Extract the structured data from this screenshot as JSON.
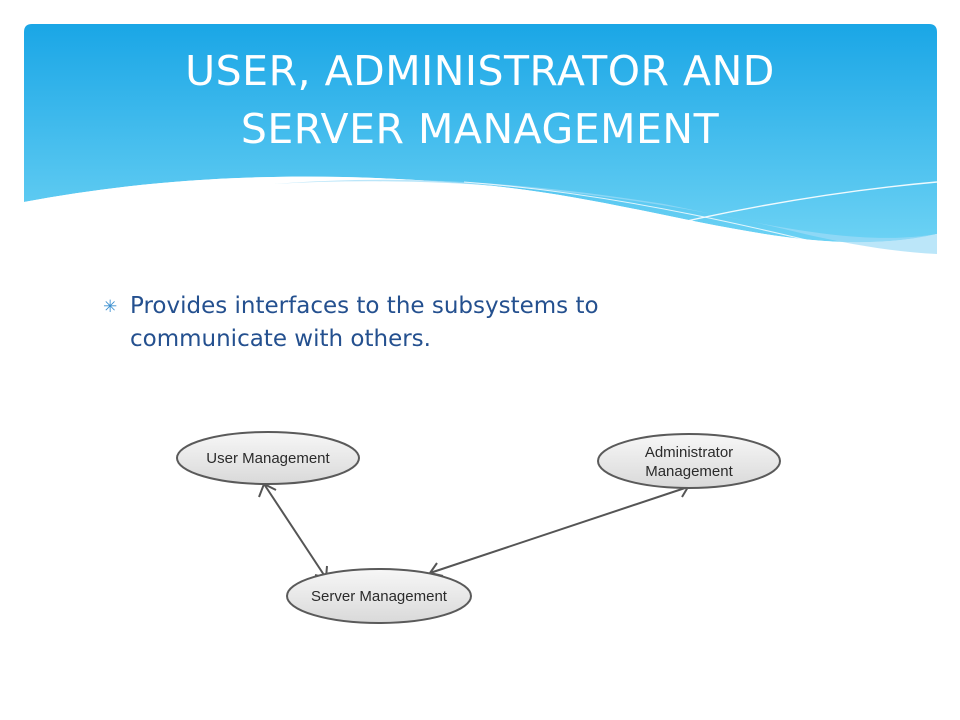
{
  "slide": {
    "title": "USER, ADMINISTRATOR AND SERVER MANAGEMENT",
    "bullets": [
      {
        "text": "Provides interfaces to the subsystems to communicate with others."
      }
    ]
  },
  "diagram": {
    "nodes": [
      {
        "id": "user",
        "label_lines": [
          "User Management"
        ]
      },
      {
        "id": "admin",
        "label_lines": [
          "Administrator",
          "Management"
        ]
      },
      {
        "id": "server",
        "label_lines": [
          "Server Management"
        ]
      }
    ],
    "edges": [
      {
        "from": "user",
        "to": "server",
        "bidirectional": true
      },
      {
        "from": "server",
        "to": "admin",
        "bidirectional": true
      }
    ]
  },
  "colors": {
    "banner_dark": "#1aa9e8",
    "banner_light": "#6fd3f5",
    "bullet_text": "#24508f",
    "node_stroke": "#5a5a5a",
    "edge_stroke": "#555555"
  }
}
